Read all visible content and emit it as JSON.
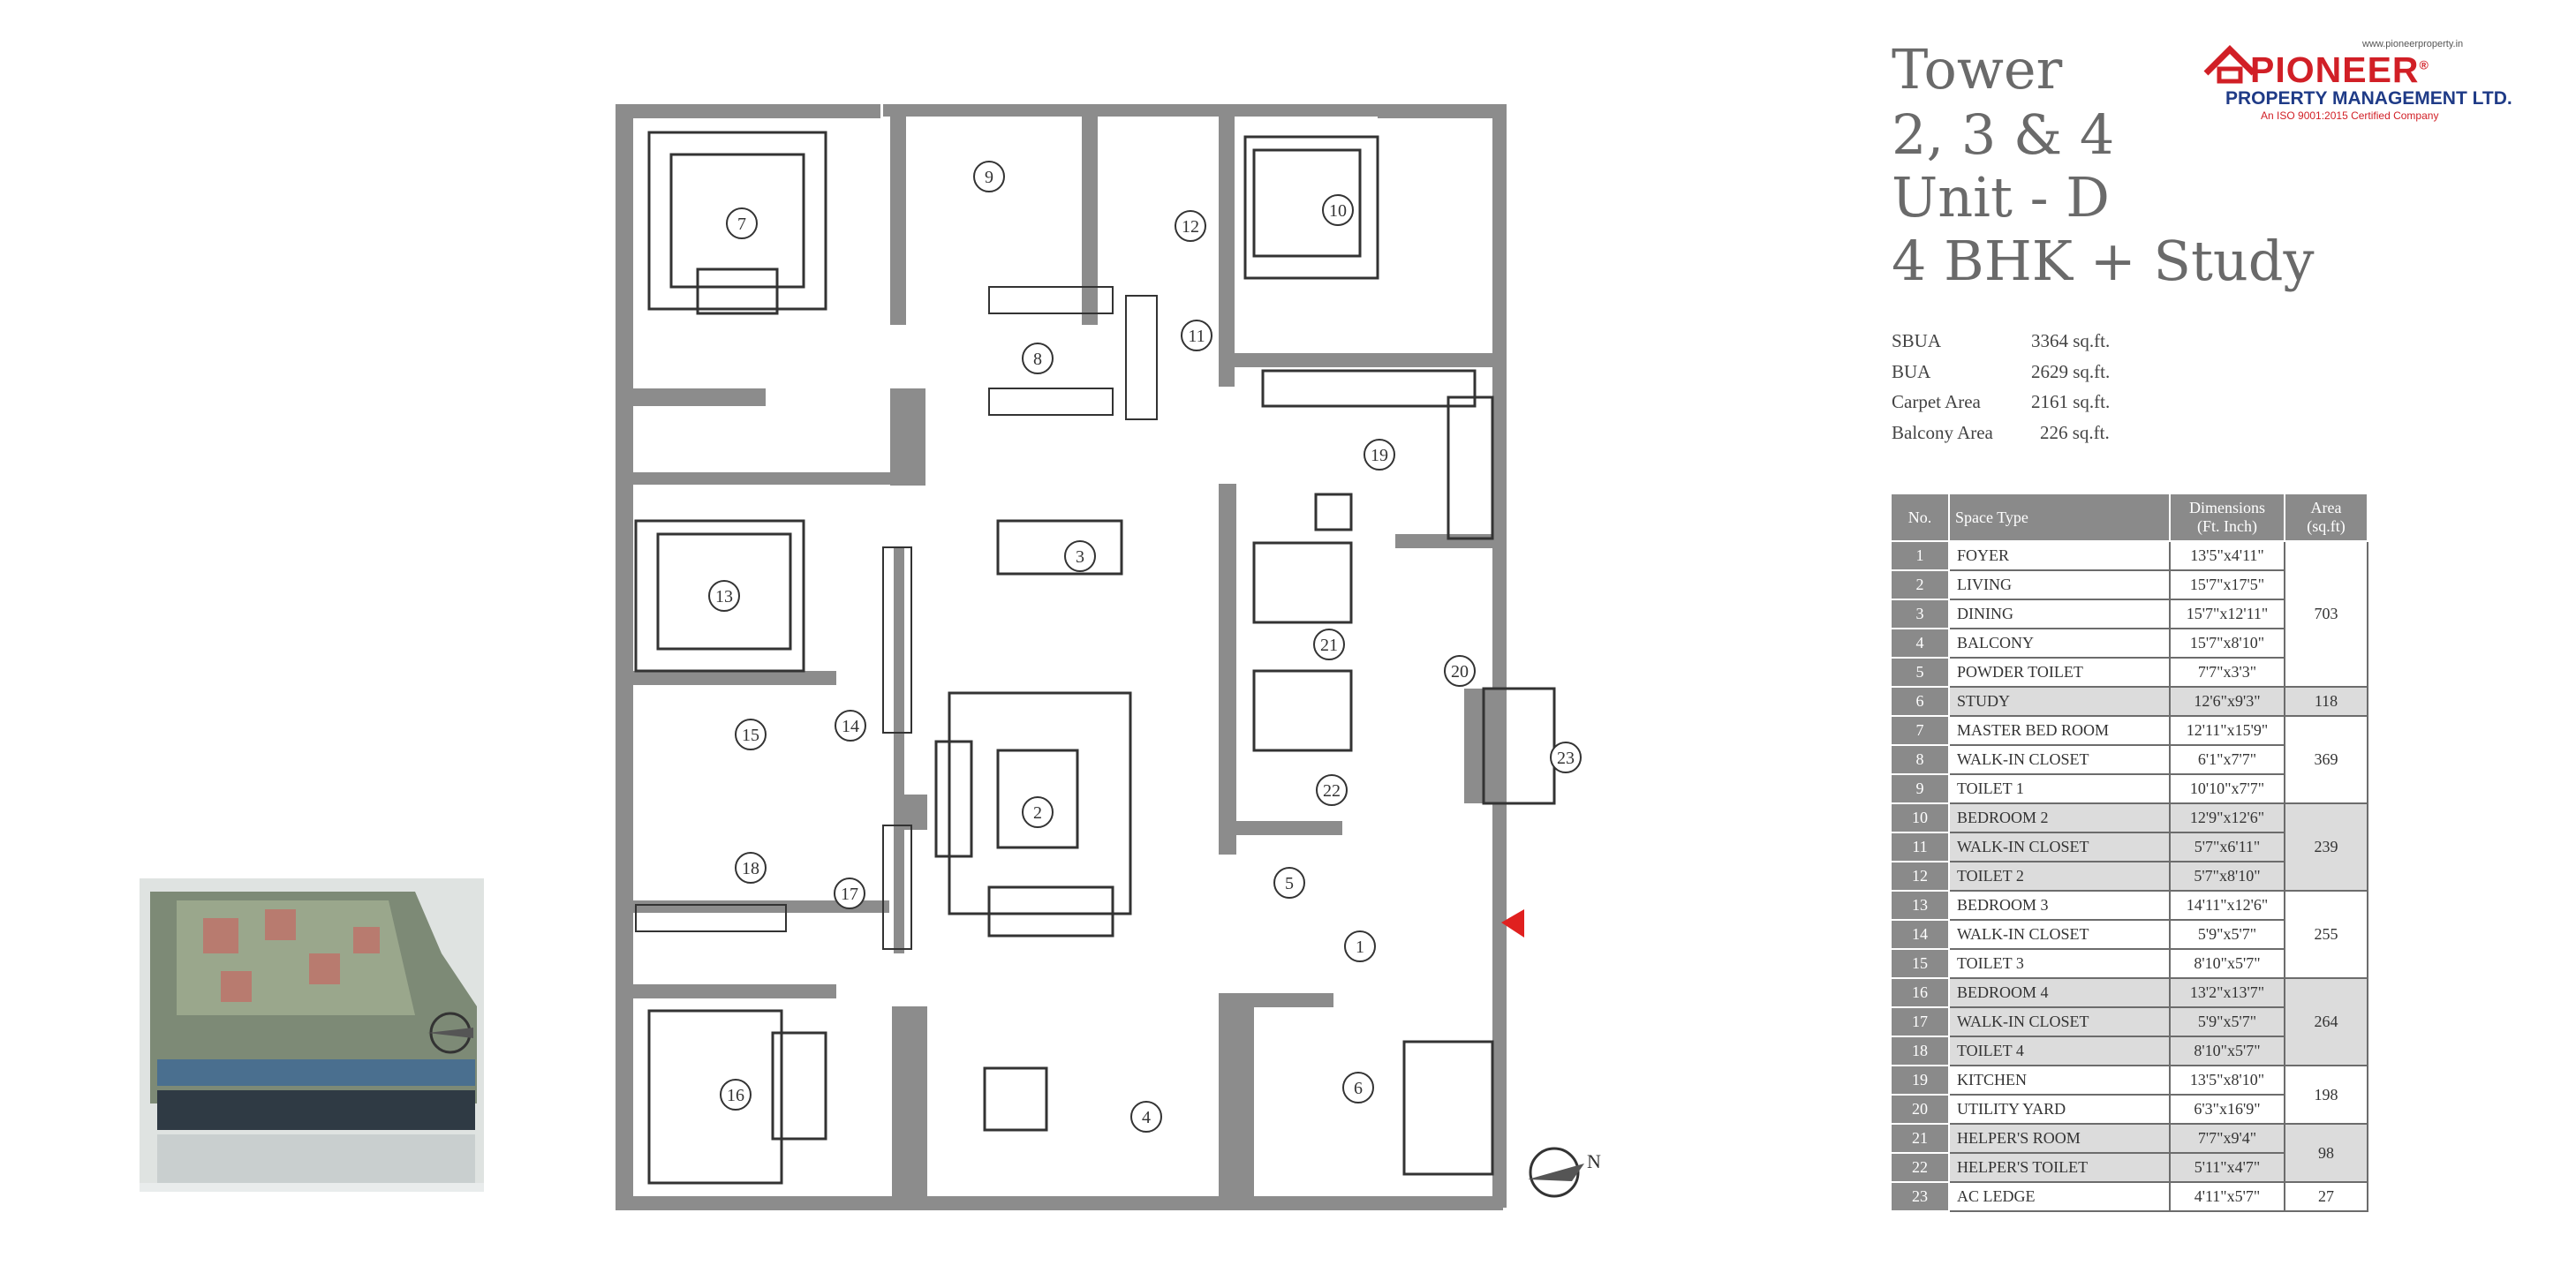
{
  "header": {
    "tower_line": "Tower",
    "towers_line": "2, 3 & 4",
    "unit_line": "Unit - D",
    "config_line": "4 BHK + Study"
  },
  "logo": {
    "url": "www.pioneerproperty.in",
    "name": "PIONEER",
    "registered": "®",
    "subtitle": "PROPERTY MANAGEMENT LTD.",
    "certification": "An ISO 9001:2015 Certified Company",
    "color_primary": "#d11f26",
    "color_secondary": "#1f3b87"
  },
  "areas": [
    {
      "label": "SBUA",
      "value": "3364 sq.ft."
    },
    {
      "label": "BUA",
      "value": "2629 sq.ft."
    },
    {
      "label": "Carpet Area",
      "value": "2161 sq.ft."
    },
    {
      "label": "Balcony Area",
      "value": "226 sq.ft."
    }
  ],
  "table": {
    "headers": {
      "no": "No.",
      "space": "Space Type",
      "dim1": "Dimensions",
      "dim2": "(Ft. Inch)",
      "area1": "Area",
      "area2": "(sq.ft)"
    },
    "rows": [
      {
        "no": "1",
        "space": "FOYER",
        "dim": "13'5\"x4'11\""
      },
      {
        "no": "2",
        "space": "LIVING",
        "dim": "15'7\"x17'5\""
      },
      {
        "no": "3",
        "space": "DINING",
        "dim": "15'7\"x12'11\""
      },
      {
        "no": "4",
        "space": "BALCONY",
        "dim": "15'7\"x8'10\""
      },
      {
        "no": "5",
        "space": "POWDER TOILET",
        "dim": "7'7\"x3'3\""
      },
      {
        "no": "6",
        "space": "STUDY",
        "dim": "12'6\"x9'3\""
      },
      {
        "no": "7",
        "space": "MASTER BED ROOM",
        "dim": "12'11\"x15'9\""
      },
      {
        "no": "8",
        "space": "WALK-IN CLOSET",
        "dim": "6'1\"x7'7\""
      },
      {
        "no": "9",
        "space": "TOILET 1",
        "dim": "10'10\"x7'7\""
      },
      {
        "no": "10",
        "space": "BEDROOM 2",
        "dim": "12'9\"x12'6\""
      },
      {
        "no": "11",
        "space": "WALK-IN CLOSET",
        "dim": "5'7\"x6'11\""
      },
      {
        "no": "12",
        "space": "TOILET 2",
        "dim": "5'7\"x8'10\""
      },
      {
        "no": "13",
        "space": "BEDROOM 3",
        "dim": "14'11\"x12'6\""
      },
      {
        "no": "14",
        "space": "WALK-IN CLOSET",
        "dim": "5'9\"x5'7\""
      },
      {
        "no": "15",
        "space": "TOILET 3",
        "dim": "8'10\"x5'7\""
      },
      {
        "no": "16",
        "space": "BEDROOM 4",
        "dim": "13'2\"x13'7\""
      },
      {
        "no": "17",
        "space": "WALK-IN CLOSET",
        "dim": "5'9\"x5'7\""
      },
      {
        "no": "18",
        "space": "TOILET 4",
        "dim": "8'10\"x5'7\""
      },
      {
        "no": "19",
        "space": "KITCHEN",
        "dim": "13'5\"x8'10\""
      },
      {
        "no": "20",
        "space": "UTILITY YARD",
        "dim": "6'3\"x16'9\""
      },
      {
        "no": "21",
        "space": "HELPER'S ROOM",
        "dim": "7'7\"x9'4\""
      },
      {
        "no": "22",
        "space": "HELPER'S TOILET",
        "dim": "5'11\"x4'7\""
      },
      {
        "no": "23",
        "space": "AC LEDGE",
        "dim": "4'11\"x5'7\""
      }
    ],
    "area_groups": [
      {
        "value": "703",
        "span": 5
      },
      {
        "value": "118",
        "span": 1
      },
      {
        "value": "369",
        "span": 3
      },
      {
        "value": "239",
        "span": 3
      },
      {
        "value": "255",
        "span": 3
      },
      {
        "value": "264",
        "span": 3
      },
      {
        "value": "198",
        "span": 2
      },
      {
        "value": "98",
        "span": 2
      },
      {
        "value": "27",
        "span": 1
      }
    ]
  },
  "plan": {
    "north_label": "N",
    "room_numbers": [
      "1",
      "2",
      "3",
      "4",
      "5",
      "6",
      "7",
      "8",
      "9",
      "10",
      "11",
      "12",
      "13",
      "14",
      "15",
      "16",
      "17",
      "18",
      "19",
      "20",
      "21",
      "22",
      "23"
    ],
    "wall_color": "#8c8c8c",
    "entry_marker_color": "#e0201f"
  }
}
